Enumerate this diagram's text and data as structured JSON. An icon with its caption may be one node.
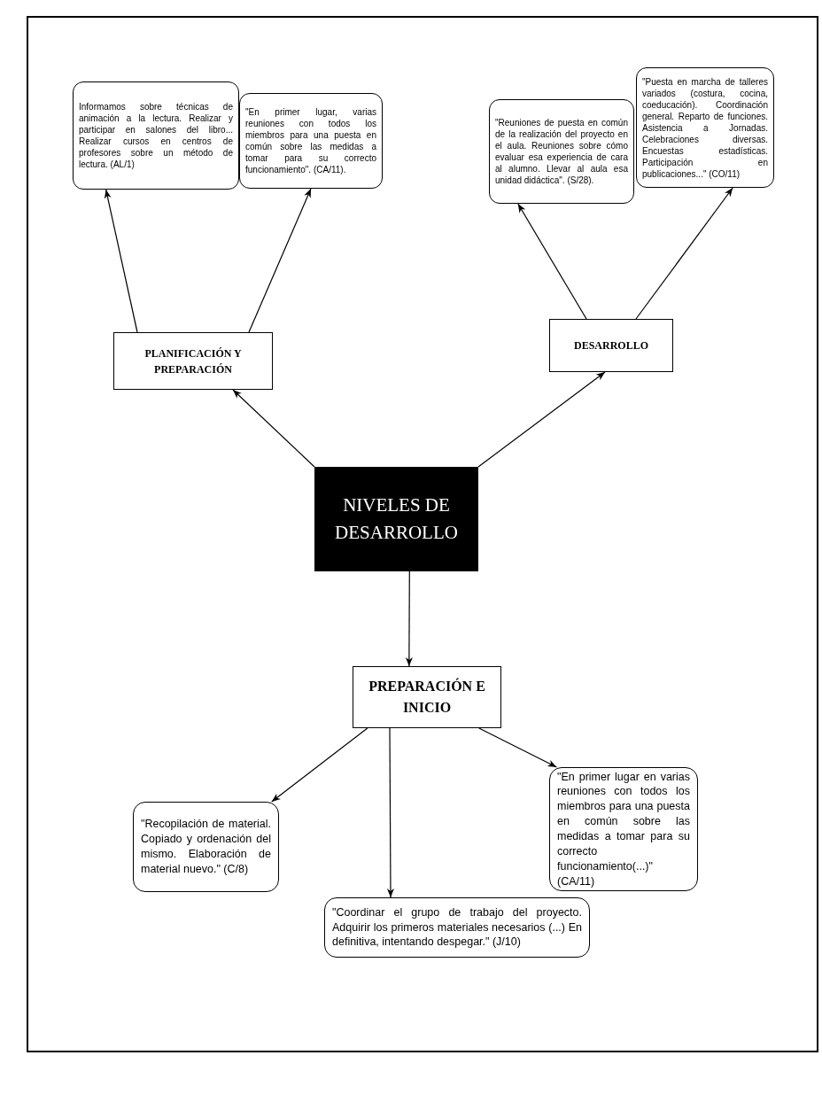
{
  "diagram": {
    "nodes": [
      {
        "text": [
          "NIVELES DE DESARROLLO"
        ]
      },
      {
        "text": [
          "PLANIFICACIÓN Y PREPARACIÓN"
        ]
      },
      {
        "text": [
          "DESARROLLO"
        ]
      },
      {
        "text": [
          "Informamos sobre técnicas de animación a la lectura. Realizar y participar en salones del libro... Realizar cursos en centros de profesores sobre un método de lectura. (AL/1)"
        ]
      },
      {
        "text": [
          "\"En primer lugar, varias reuniones con todos los miembros para una puesta en común sobre las medidas a tomar para su correcto funcionamiento\". (CA/11)."
        ]
      },
      {
        "text": [
          "\"Reuniones de puesta en común de la realización del proyecto en el aula. Reuniones sobre cómo evaluar esa experiencia de cara al alumno. Llevar al aula esa unidad didáctica\". (S/28)."
        ]
      },
      {
        "text": [
          "\"Puesta en marcha de talleres variados (costura, cocina, coeducación). Coordinación general. Reparto de funciones. Asistencia a Jornadas. Celebraciones diversas. Encuestas estadísticas. Participación en publicaciones...\" (CO/11)"
        ]
      },
      {
        "text": [
          "PREPARACIÓN E INICIO"
        ]
      },
      {
        "text": [
          "\"Recopilación de material. Copiado y ordenación del mismo. Elaboración de material nuevo.\" (C/8)"
        ]
      },
      {
        "text": [
          "\"En primer lugar en varias reuniones con todos los miembros para una puesta en común sobre las medidas a tomar para su correcto funcionamiento(...)\" (CA/11)"
        ]
      },
      {
        "text": [
          "\"Coordinar el grupo de trabajo del proyecto. Adquirir los primeros materiales necesarios (...) En definitiva, intentando despegar.\" (J/10)"
        ]
      }
    ],
    "edges": [
      {
        "from": 0,
        "to": 1,
        "arrow": "to"
      },
      {
        "from": 0,
        "to": 2,
        "arrow": "to"
      },
      {
        "from": 1,
        "to": 3,
        "arrow": "to"
      },
      {
        "from": 1,
        "to": 4,
        "arrow": "to"
      },
      {
        "from": 2,
        "to": 5,
        "arrow": "to"
      },
      {
        "from": 2,
        "to": 6,
        "arrow": "to"
      },
      {
        "from": 0,
        "to": 7,
        "arrow": "to"
      },
      {
        "from": 7,
        "to": 8,
        "arrow": "to"
      },
      {
        "from": 7,
        "to": 10,
        "arrow": "to"
      },
      {
        "from": 7,
        "to": 9,
        "arrow": "to"
      }
    ]
  }
}
